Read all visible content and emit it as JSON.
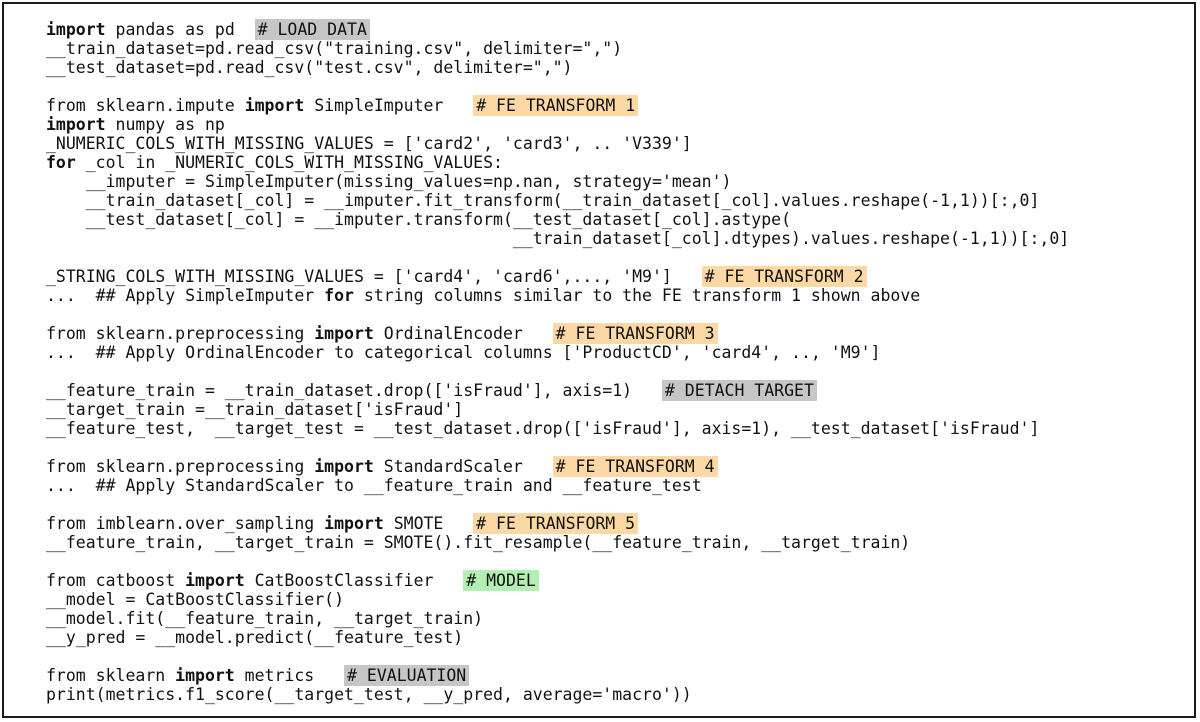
{
  "highlight_colors": {
    "gray": "#c6c6c6",
    "orange": "#fcd8a4",
    "green": "#b3efb3"
  },
  "code": {
    "lines": [
      [
        {
          "t": "import",
          "b": true
        },
        {
          "t": " pandas as pd  "
        },
        {
          "t": "# LOAD DATA",
          "hl": "gray"
        }
      ],
      [
        {
          "t": "__train_dataset=pd.read_csv(\"training.csv\", delimiter=\",\")"
        }
      ],
      [
        {
          "t": "__test_dataset=pd.read_csv(\"test.csv\", delimiter=\",\")"
        }
      ],
      [],
      [
        {
          "t": "from sklearn.impute "
        },
        {
          "t": "import",
          "b": true
        },
        {
          "t": " SimpleImputer   "
        },
        {
          "t": "# FE TRANSFORM 1",
          "hl": "orange"
        }
      ],
      [
        {
          "t": "import",
          "b": true
        },
        {
          "t": " numpy as np"
        }
      ],
      [
        {
          "t": "_NUMERIC_COLS_WITH_MISSING_VALUES = ['card2', 'card3', .. 'V339']"
        }
      ],
      [
        {
          "t": "for",
          "b": true
        },
        {
          "t": " _col in _NUMERIC_COLS_WITH_MISSING_VALUES:"
        }
      ],
      [
        {
          "t": "    __imputer = SimpleImputer(missing_values=np.nan, strategy='mean')"
        }
      ],
      [
        {
          "t": "    __train_dataset[_col] = __imputer.fit_transform(__train_dataset[_col].values.reshape(-1,1))[:,0]"
        }
      ],
      [
        {
          "t": "    __test_dataset[_col] = __imputer.transform(__test_dataset[_col].astype("
        }
      ],
      [
        {
          "t": "                                               __train_dataset[_col].dtypes).values.reshape(-1,1))[:,0]"
        }
      ],
      [],
      [
        {
          "t": "_STRING_COLS_WITH_MISSING_VALUES = ['card4', 'card6',..., 'M9']   "
        },
        {
          "t": "# FE TRANSFORM 2",
          "hl": "orange"
        }
      ],
      [
        {
          "t": "...  ## Apply SimpleImputer "
        },
        {
          "t": "for",
          "b": true
        },
        {
          "t": " string columns similar to the FE transform 1 shown above"
        }
      ],
      [],
      [
        {
          "t": "from sklearn.preprocessing "
        },
        {
          "t": "import",
          "b": true
        },
        {
          "t": " OrdinalEncoder   "
        },
        {
          "t": "# FE TRANSFORM 3",
          "hl": "orange"
        }
      ],
      [
        {
          "t": "...  ## Apply OrdinalEncoder to categorical columns ['ProductCD', 'card4', .., 'M9']"
        }
      ],
      [],
      [
        {
          "t": "__feature_train = __train_dataset.drop(['isFraud'], axis=1)   "
        },
        {
          "t": "# DETACH TARGET",
          "hl": "gray"
        }
      ],
      [
        {
          "t": "__target_train =__train_dataset['isFraud']"
        }
      ],
      [
        {
          "t": "__feature_test,  __target_test = __test_dataset.drop(['isFraud'], axis=1), __test_dataset['isFraud']"
        }
      ],
      [],
      [
        {
          "t": "from sklearn.preprocessing "
        },
        {
          "t": "import",
          "b": true
        },
        {
          "t": " StandardScaler   "
        },
        {
          "t": "# FE TRANSFORM 4",
          "hl": "orange"
        }
      ],
      [
        {
          "t": "...  ## Apply StandardScaler to __feature_train and __feature_test"
        }
      ],
      [],
      [
        {
          "t": "from imblearn.over_sampling "
        },
        {
          "t": "import",
          "b": true
        },
        {
          "t": " SMOTE   "
        },
        {
          "t": "# FE TRANSFORM 5",
          "hl": "orange"
        }
      ],
      [
        {
          "t": "__feature_train, __target_train = SMOTE().fit_resample(__feature_train, __target_train)"
        }
      ],
      [],
      [
        {
          "t": "from catboost "
        },
        {
          "t": "import",
          "b": true
        },
        {
          "t": " CatBoostClassifier   "
        },
        {
          "t": "# MODEL",
          "hl": "green"
        }
      ],
      [
        {
          "t": "__model = CatBoostClassifier()"
        }
      ],
      [
        {
          "t": "__model.fit(__feature_train, __target_train)"
        }
      ],
      [
        {
          "t": "__y_pred = __model.predict(__feature_test)"
        }
      ],
      [],
      [
        {
          "t": "from sklearn "
        },
        {
          "t": "import",
          "b": true
        },
        {
          "t": " metrics   "
        },
        {
          "t": "# EVALUATION",
          "hl": "gray"
        }
      ],
      [
        {
          "t": "print(metrics.f1_score(__target_test, __y_pred, average='macro'))"
        }
      ]
    ]
  }
}
